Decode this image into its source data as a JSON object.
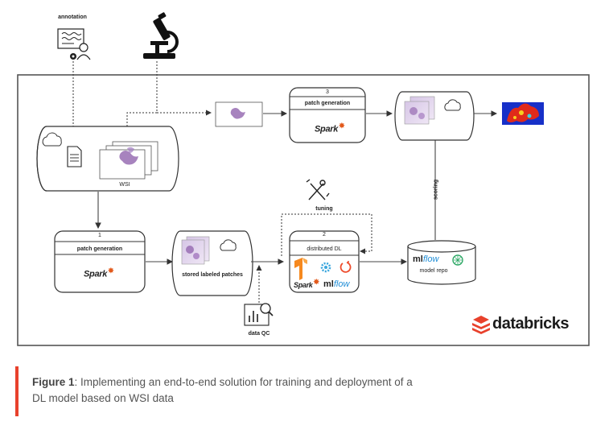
{
  "labels": {
    "annotation": "annotation",
    "wsi": "WSI",
    "patch_generation_1_step": "1",
    "patch_generation_1": "patch generation",
    "patch_generation_3_step": "3",
    "patch_generation_3": "patch generation",
    "stored_labeled_patches": "stored labeled patches",
    "distributed_dl_step": "2",
    "distributed_dl": "distributed DL",
    "tuning": "tuning",
    "model_repo": "model repo",
    "scoring": "scoring",
    "data_qc": "data QC"
  },
  "logos": {
    "spark": "Spark",
    "mlflow_ml": "ml",
    "mlflow_flow": "flow",
    "databricks": "databricks"
  },
  "caption": {
    "figure_label": "Figure 1",
    "text": ": Implementing an end-to-end solution for training and deployment of a DL model based on WSI data"
  },
  "colors": {
    "accent_bar": "#e8412c",
    "spark_star": "#e25a1c",
    "mlflow_blue": "#1f8dd6",
    "databricks_red": "#e8412c",
    "tissue_purple": "#8a5aa8",
    "heatmap_red": "#e02a1a",
    "heatmap_blue": "#1730c8"
  },
  "icons": [
    "document-icon",
    "annotation-icon",
    "microscope-icon",
    "cloud-icon",
    "tools-icon",
    "chart-magnifier-icon",
    "tensorflow-icon",
    "pytorch-icon",
    "settings-icon",
    "databricks-icon"
  ]
}
